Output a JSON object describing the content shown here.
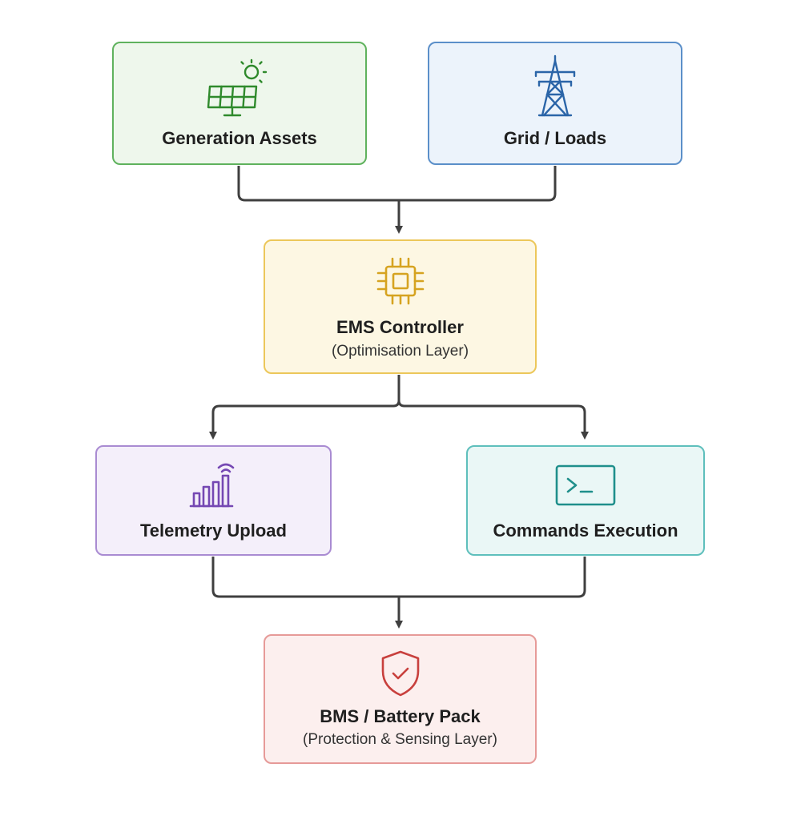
{
  "colors": {
    "connector": "#3f3f3f",
    "generation": {
      "border": "#5fb25d",
      "fill": "#eef7ec",
      "icon": "#2f8a2c"
    },
    "grid": {
      "border": "#5b8fc9",
      "fill": "#ecf3fb",
      "icon": "#2b65a8"
    },
    "ems": {
      "border": "#ecc75a",
      "fill": "#fdf7e3",
      "icon": "#d6a320"
    },
    "telemetry": {
      "border": "#a98bd2",
      "fill": "#f4effa",
      "icon": "#7548b3"
    },
    "commands": {
      "border": "#5ebfbc",
      "fill": "#eaf7f6",
      "icon": "#1f8f8b"
    },
    "bms": {
      "border": "#e69a98",
      "fill": "#fcefee",
      "icon": "#c8403d"
    }
  },
  "nodes": {
    "generation": {
      "title": "Generation Assets",
      "icon": "solar-panel-icon"
    },
    "grid": {
      "title": "Grid / Loads",
      "icon": "transmission-tower-icon"
    },
    "ems": {
      "title": "EMS Controller",
      "subtitle": "(Optimisation Layer)",
      "icon": "cpu-chip-icon"
    },
    "telemetry": {
      "title": "Telemetry Upload",
      "icon": "signal-bars-icon"
    },
    "commands": {
      "title": "Commands Execution",
      "icon": "terminal-icon"
    },
    "bms": {
      "title": "BMS / Battery Pack",
      "subtitle": "(Protection & Sensing Layer)",
      "icon": "shield-check-icon"
    }
  }
}
